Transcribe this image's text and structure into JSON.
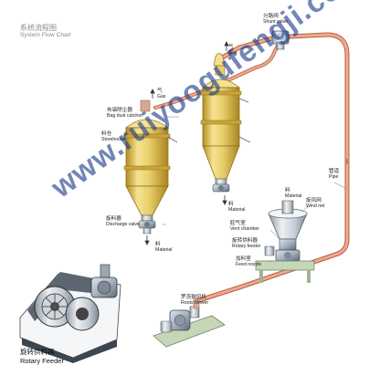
{
  "title": {
    "zh": "系统流程图",
    "en": "System Flow Chart"
  },
  "watermark": "www.ruiyoogufengji.com",
  "labels": {
    "shunt_valve": {
      "zh": "分路阀",
      "en": "Shunt valve"
    },
    "gas_right": {
      "zh": "气",
      "en": "Gas"
    },
    "gas_left": {
      "zh": "气",
      "en": "Gas"
    },
    "bag_dust_catcher": {
      "zh": "布袋除尘器",
      "en": "Bag dust catcher"
    },
    "storehouse": {
      "zh": "料仓",
      "en": "Storehouse"
    },
    "discharge_valve": {
      "zh": "旋料器",
      "en": "Discharge valve"
    },
    "material_left": {
      "zh": "料",
      "en": "Material"
    },
    "material_mid": {
      "zh": "料",
      "en": "Material"
    },
    "material_right": {
      "zh": "料",
      "en": "Material"
    },
    "wind_net": {
      "zh": "旋风网",
      "en": "Wind net"
    },
    "vent_chamber": {
      "zh": "腔气室",
      "en": "Vent chamber"
    },
    "rotary_feeder_mid": {
      "zh": "旋转供料器",
      "en": "Rotary feeder"
    },
    "feed_nozzle": {
      "zh": "加料室",
      "en": "Feed nozzle"
    },
    "pipe": {
      "zh": "管道",
      "en": "Pipe"
    },
    "roots_blower": {
      "zh": "罗茨鼓风机",
      "en": "Roots blower"
    },
    "rotary_feeder_caption": {
      "zh": "旋转供料器",
      "en": "Rotary Feeder"
    }
  },
  "colors": {
    "pipe": "#e59a7e",
    "pipe_edge": "#b85c44",
    "tank": "#e8cf6a",
    "tank_light": "#fbeeb0",
    "tank_band": "#b08a22",
    "machine": "#9aa7b3",
    "machine_dark": "#5d6a76",
    "base": "#c6d7b8",
    "watermark": "#1f3f8a"
  }
}
